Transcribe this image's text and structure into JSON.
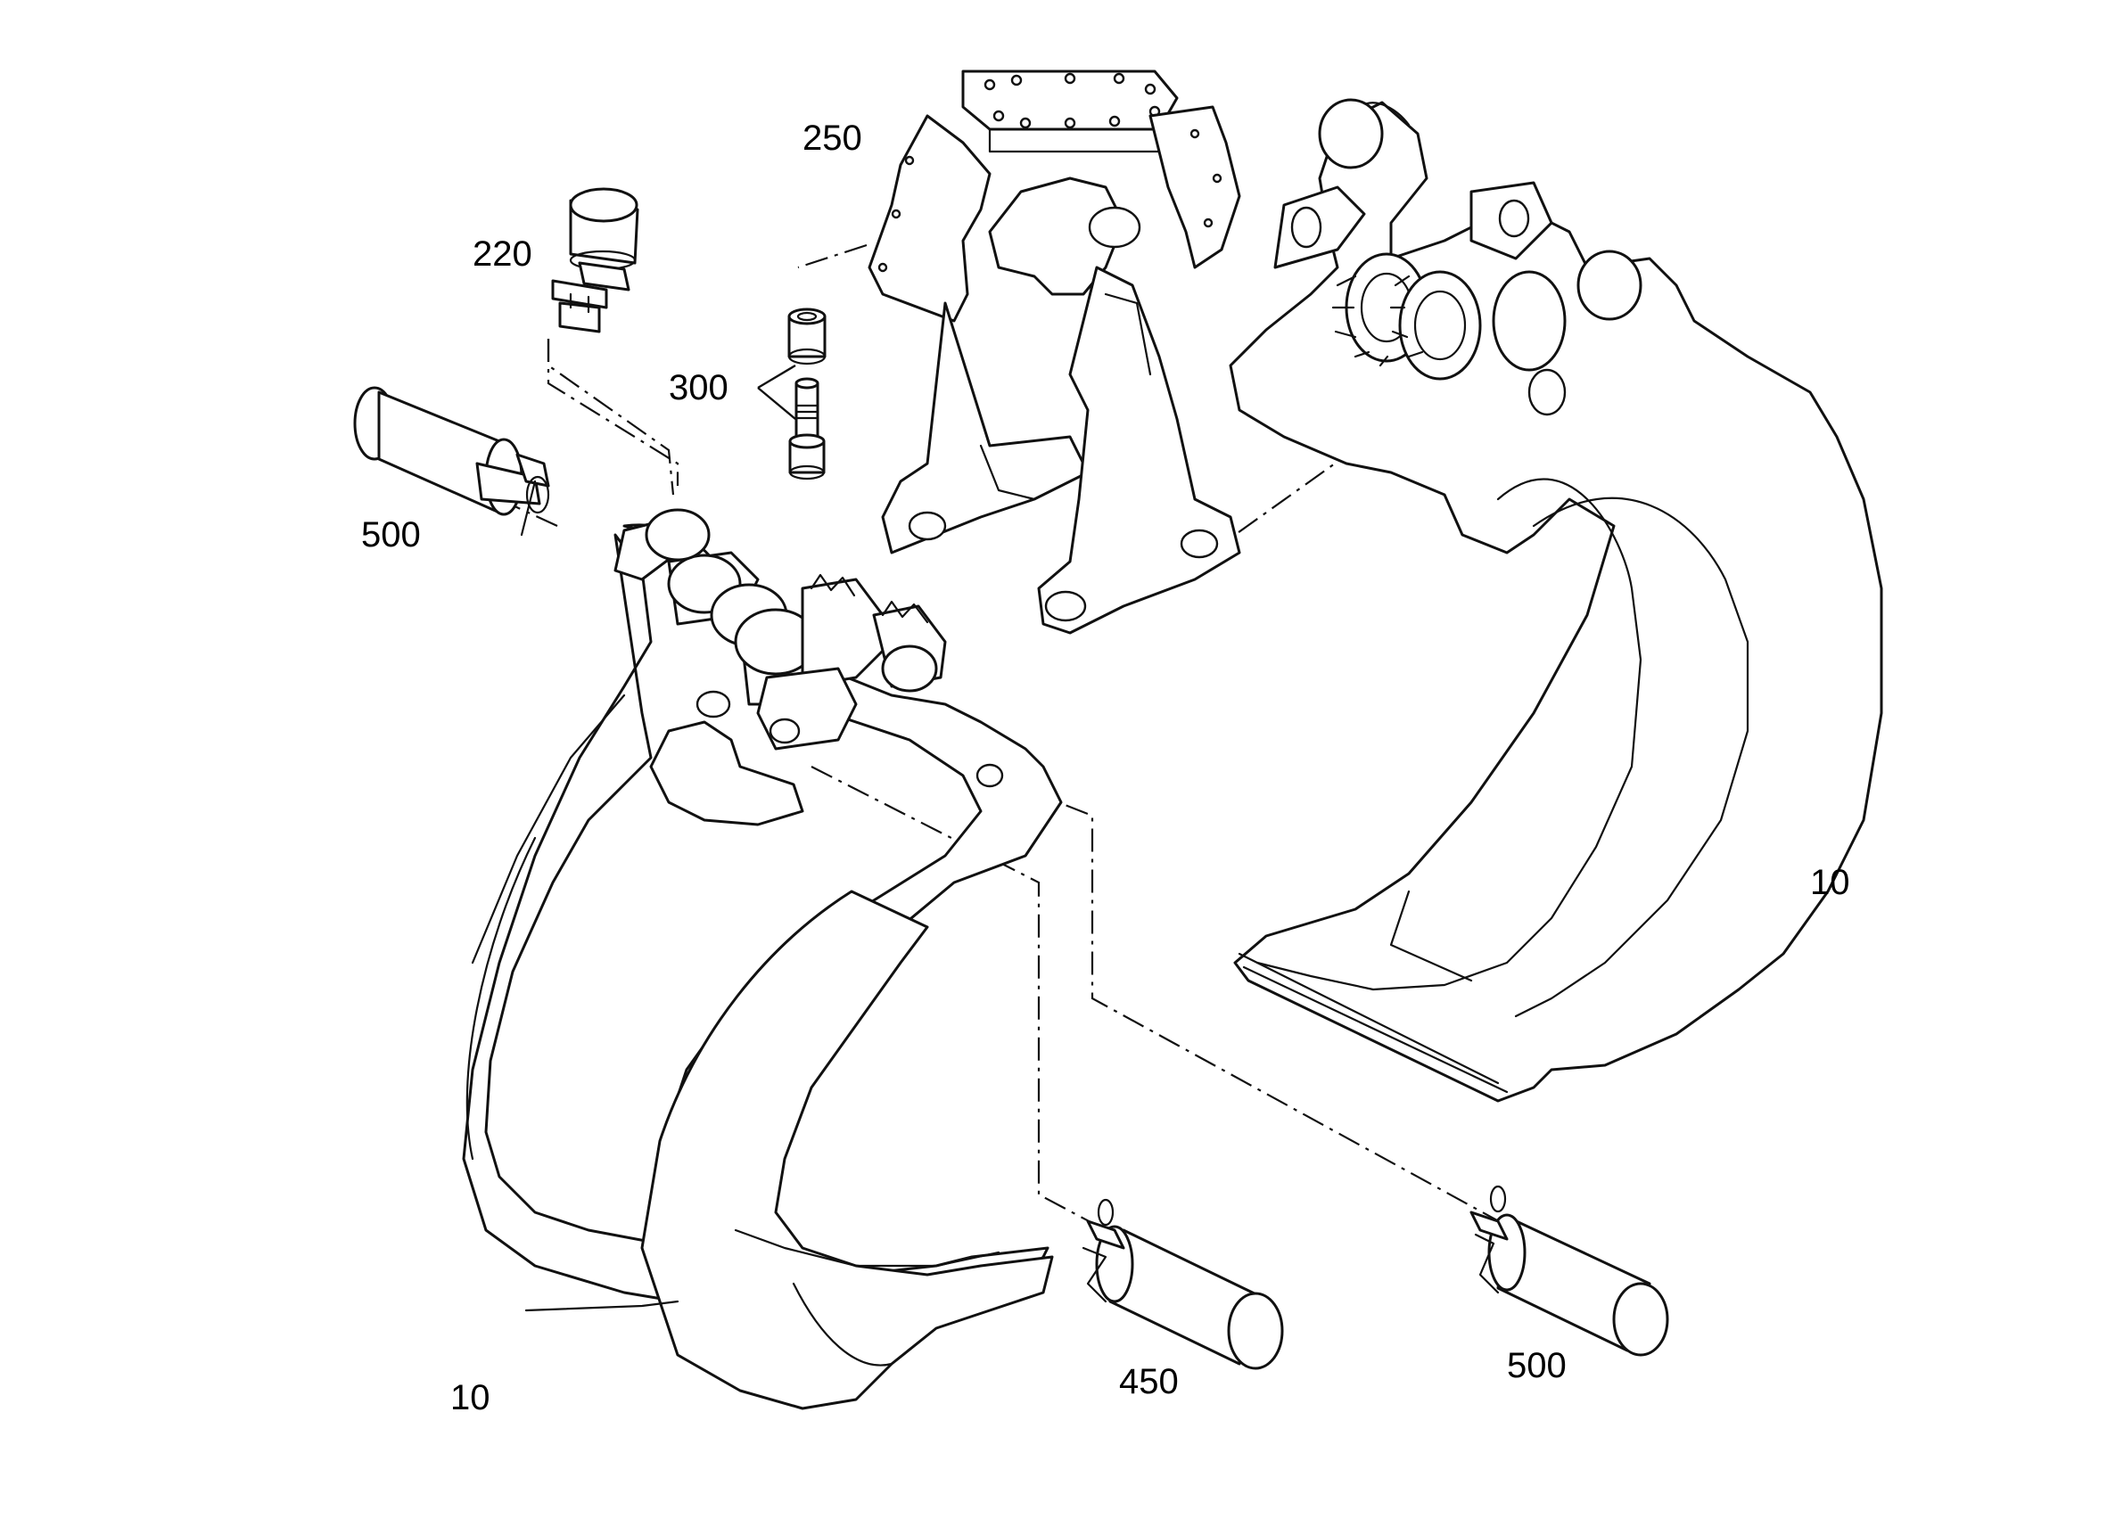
{
  "callouts": {
    "c250": "250",
    "c220": "220",
    "c300": "300",
    "c500_left": "500",
    "c10_right": "10",
    "c10_left": "10",
    "c450": "450",
    "c500_bottom": "500"
  },
  "colors": {
    "line": "#111111",
    "background": "#ffffff"
  }
}
